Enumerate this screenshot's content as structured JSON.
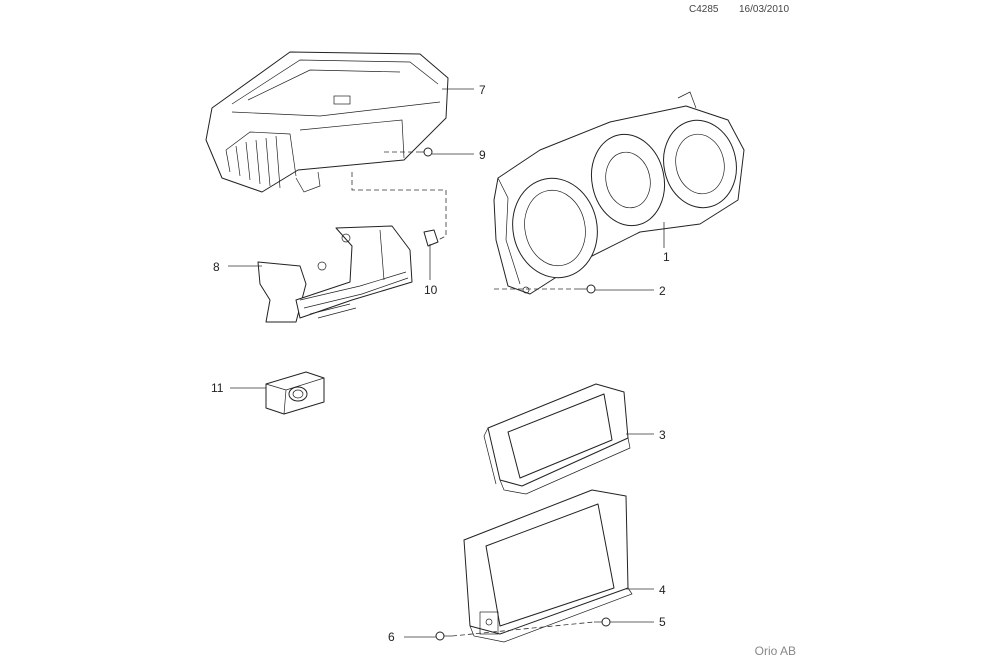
{
  "header": {
    "code": "C4285",
    "date": "16/03/2010"
  },
  "footer": {
    "brand": "Orio AB"
  },
  "callouts": [
    {
      "number": "1",
      "part": "instrument-cluster"
    },
    {
      "number": "2",
      "part": "cluster-screw"
    },
    {
      "number": "3",
      "part": "display-unit"
    },
    {
      "number": "4",
      "part": "navigation-display"
    },
    {
      "number": "5",
      "part": "display-screw-right"
    },
    {
      "number": "6",
      "part": "display-screw-left"
    },
    {
      "number": "7",
      "part": "control-module"
    },
    {
      "number": "8",
      "part": "mounting-bracket"
    },
    {
      "number": "9",
      "part": "module-screw"
    },
    {
      "number": "10",
      "part": "bracket-clip"
    },
    {
      "number": "11",
      "part": "switch-unit"
    }
  ]
}
